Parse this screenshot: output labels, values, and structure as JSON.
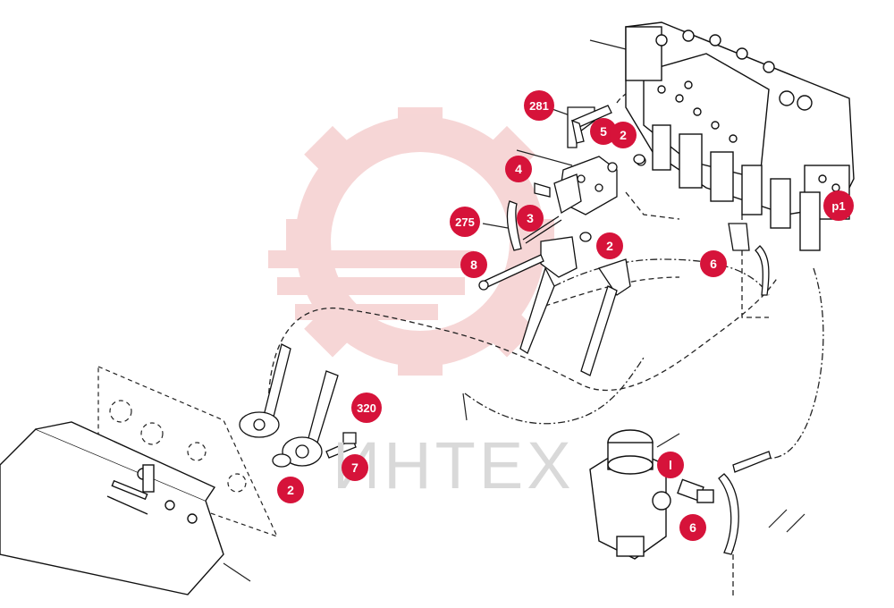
{
  "watermark": {
    "text": "ИНТЕХ"
  },
  "callouts": [
    {
      "id": "281",
      "label": "281"
    },
    {
      "id": "5",
      "label": "5"
    },
    {
      "id": "2a",
      "label": "2"
    },
    {
      "id": "4",
      "label": "4"
    },
    {
      "id": "3",
      "label": "3"
    },
    {
      "id": "275",
      "label": "275"
    },
    {
      "id": "2b",
      "label": "2"
    },
    {
      "id": "8",
      "label": "8"
    },
    {
      "id": "6a",
      "label": "6"
    },
    {
      "id": "p1",
      "label": "p1"
    },
    {
      "id": "320",
      "label": "320"
    },
    {
      "id": "7",
      "label": "7"
    },
    {
      "id": "2c",
      "label": "2"
    },
    {
      "id": "l",
      "label": "l"
    },
    {
      "id": "6b",
      "label": "6"
    }
  ],
  "colors": {
    "callout": "#d6133a",
    "watermark_gear": "#f3c2c2",
    "line": "#1a1a1a"
  }
}
